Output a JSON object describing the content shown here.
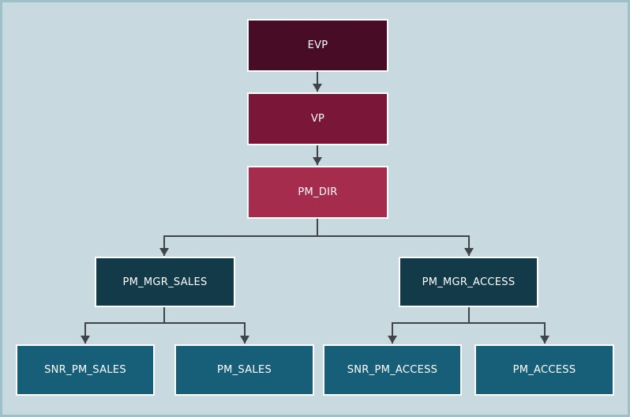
{
  "diagram": {
    "type": "org-hierarchy",
    "colors": {
      "background": "#c9d9e0",
      "frame": "#9dc0c9",
      "connector": "#3f4447",
      "node-border": "#ffffff",
      "node-text": "#ffffff"
    },
    "nodes": {
      "evp": {
        "label": "EVP",
        "color": "#490c27",
        "level": 1
      },
      "vp": {
        "label": "VP",
        "color": "#7a1739",
        "level": 2
      },
      "pm_dir": {
        "label": "PM_DIR",
        "color": "#a62c4e",
        "level": 3
      },
      "pm_mgr_sales": {
        "label": "PM_MGR_SALES",
        "color": "#123a48",
        "level": 4
      },
      "pm_mgr_access": {
        "label": "PM_MGR_ACCESS",
        "color": "#123a48",
        "level": 4
      },
      "snr_pm_sales": {
        "label": "SNR_PM_SALES",
        "color": "#175f78",
        "level": 5
      },
      "pm_sales": {
        "label": "PM_SALES",
        "color": "#175f78",
        "level": 5
      },
      "snr_pm_access": {
        "label": "SNR_PM_ACCESS",
        "color": "#175f78",
        "level": 5
      },
      "pm_access": {
        "label": "PM_ACCESS",
        "color": "#175f78",
        "level": 5
      }
    },
    "edges": [
      {
        "from": "EVP",
        "to": "VP"
      },
      {
        "from": "VP",
        "to": "PM_DIR"
      },
      {
        "from": "PM_DIR",
        "to": "PM_MGR_SALES"
      },
      {
        "from": "PM_DIR",
        "to": "PM_MGR_ACCESS"
      },
      {
        "from": "PM_MGR_SALES",
        "to": "SNR_PM_SALES"
      },
      {
        "from": "PM_MGR_SALES",
        "to": "PM_SALES"
      },
      {
        "from": "PM_MGR_ACCESS",
        "to": "SNR_PM_ACCESS"
      },
      {
        "from": "PM_MGR_ACCESS",
        "to": "PM_ACCESS"
      }
    ]
  }
}
